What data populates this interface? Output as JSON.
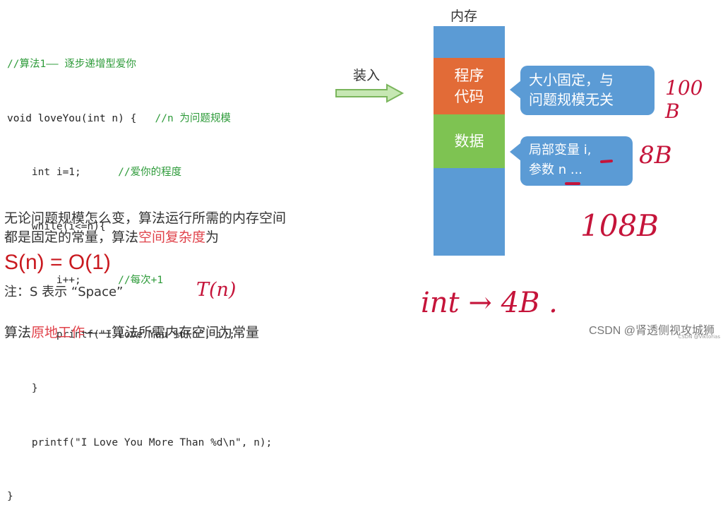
{
  "code": {
    "line1": "//算法1—— 逐步递增型爱你",
    "line2_code": "void loveYou(int n) {   ",
    "line2_comment": "//n 为问题规模",
    "line3_code": "    int i=1;      ",
    "line3_comment": "//爱你的程度",
    "line4": "    while(i<=n){",
    "line5_code": "        i++;      ",
    "line5_comment": "//每次+1",
    "line6": "        printf(\"I Love You %d\\n\", i);",
    "line7": "    }",
    "line8": "    printf(\"I Love You More Than %d\\n\", n);",
    "line9": "}"
  },
  "memory": {
    "title": "内存",
    "load_label": "装入",
    "code_block": "程序\n代码",
    "data_block": "数据",
    "colors": {
      "blue": "#5b9bd5",
      "orange": "#e26b37",
      "green": "#7ec352"
    }
  },
  "callouts": {
    "code_note_1": "大小固定，与",
    "code_note_2": "问题规模无关",
    "data_note_1": "局部变量 i,",
    "data_note_2": "参数 n ..."
  },
  "handwriting": {
    "code_size": "100 B",
    "data_size": "8B",
    "total": "108B",
    "time": "T(n)",
    "int_size": "int → 4B ."
  },
  "text": {
    "line1": "无论问题规模怎么变，算法运行所需的内存空间",
    "line2_a": "都是固定的常量，算法",
    "line2_b": "空间复杂度",
    "line2_c": "为",
    "formula": "S(n) = O(1)",
    "note": "注：S 表示 “Space”",
    "line3_a": "算法",
    "line3_b": "原地工作",
    "line3_c": "——算法所需内存空间为常量"
  },
  "watermark": "CSDN @肾透侧视攻城狮",
  "watermark_small": "CSDN @Viktorias"
}
